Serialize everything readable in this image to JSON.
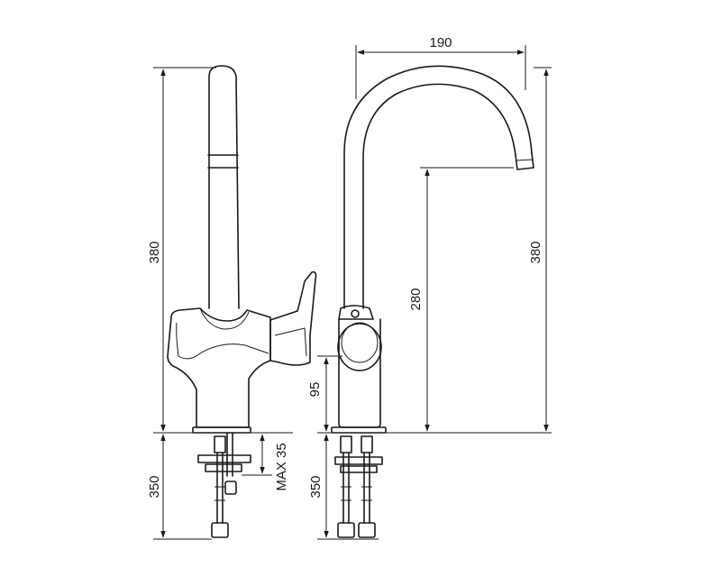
{
  "dimensions": {
    "side_total_height": "380",
    "side_below_deck": "350",
    "side_max_thickness": "MAX 35",
    "spout_reach": "190",
    "front_spout_height": "280",
    "front_total_height": "380",
    "front_body_height": "95",
    "front_below_deck": "350"
  }
}
